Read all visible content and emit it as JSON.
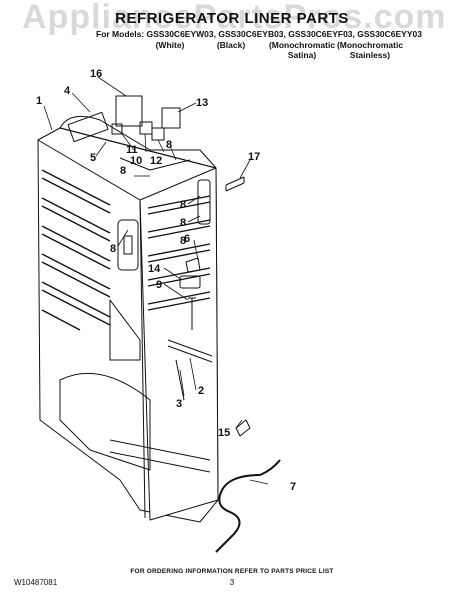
{
  "watermark": "AppliancePartsPros.com",
  "title": "REFRIGERATOR LINER PARTS",
  "models_line": "For Models: GSS30C6EYW03, GSS30C6EYB03, GSS30C6EYF03, GSS30C6EYY03",
  "variants": [
    "(White)",
    "(Black)",
    "(Monochromatic Satina)",
    "(Monochromatic Stainless)"
  ],
  "callouts": [
    "1",
    "2",
    "3",
    "4",
    "5",
    "6",
    "7",
    "8",
    "8",
    "8",
    "8",
    "8",
    "8",
    "9",
    "10",
    "11",
    "12",
    "13",
    "14",
    "15",
    "16",
    "17"
  ],
  "footer": {
    "ordering_note": "FOR ORDERING INFORMATION REFER TO PARTS PRICE LIST",
    "doc_number": "W10487081",
    "page_number": "3"
  }
}
